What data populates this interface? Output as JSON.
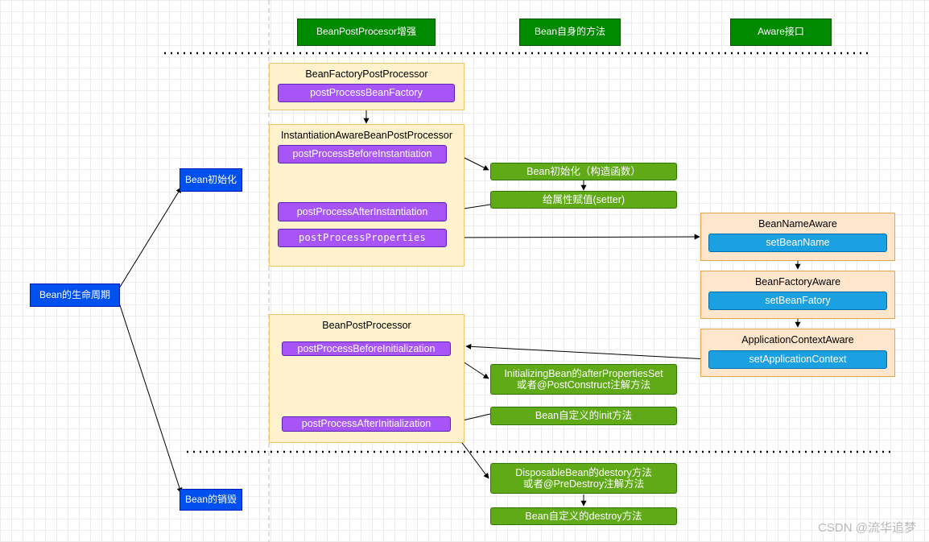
{
  "headers": {
    "processor": "BeanPostProcesor增强",
    "self_methods": "Bean自身的方法",
    "aware": "Aware接口"
  },
  "nav": {
    "lifecycle": "Bean的生命周期",
    "init": "Bean初始化",
    "destroy": "Bean的销毁"
  },
  "factory_post_processor": {
    "title": "BeanFactoryPostProcessor",
    "method": "postProcessBeanFactory"
  },
  "instantiation_aware": {
    "title": "InstantiationAwareBeanPostProcessor",
    "before": "postProcessBeforeInstantiation",
    "after": "postProcessAfterInstantiation",
    "properties": "postProcessProperties"
  },
  "bean_post_processor": {
    "title": "BeanPostProcessor",
    "before": "postProcessBeforeInitialization",
    "after": "postProcessAfterInitialization"
  },
  "self": {
    "constructor": "Bean初始化（构造函数）",
    "setter": "给属性赋值(setter)",
    "after_properties_set_line1": "InitializingBean的afterPropertiesSet",
    "after_properties_set_line2": "或者@PostConstruct注解方法",
    "init_method": "Bean自定义的init方法",
    "disposable_line1": "DisposableBean的destory方法",
    "disposable_line2": "或者@PreDestroy注解方法",
    "destroy_method": "Bean自定义的destroy方法"
  },
  "aware": {
    "bean_name_title": "BeanNameAware",
    "bean_name_method": "setBeanName",
    "bean_factory_title": "BeanFactoryAware",
    "bean_factory_method": "setBeanFatory",
    "app_context_title": "ApplicationContextAware",
    "app_context_method": "setApplicationContext"
  },
  "watermark": "CSDN @流华追梦",
  "colors": {
    "header_green": "#008a00",
    "nav_blue": "#0050ef",
    "group_yellow": "#fff2cc",
    "aware_orange": "#ffe6cc",
    "method_purple": "#a855f7",
    "self_green": "#60a917",
    "aware_blue": "#1ba1e2"
  }
}
